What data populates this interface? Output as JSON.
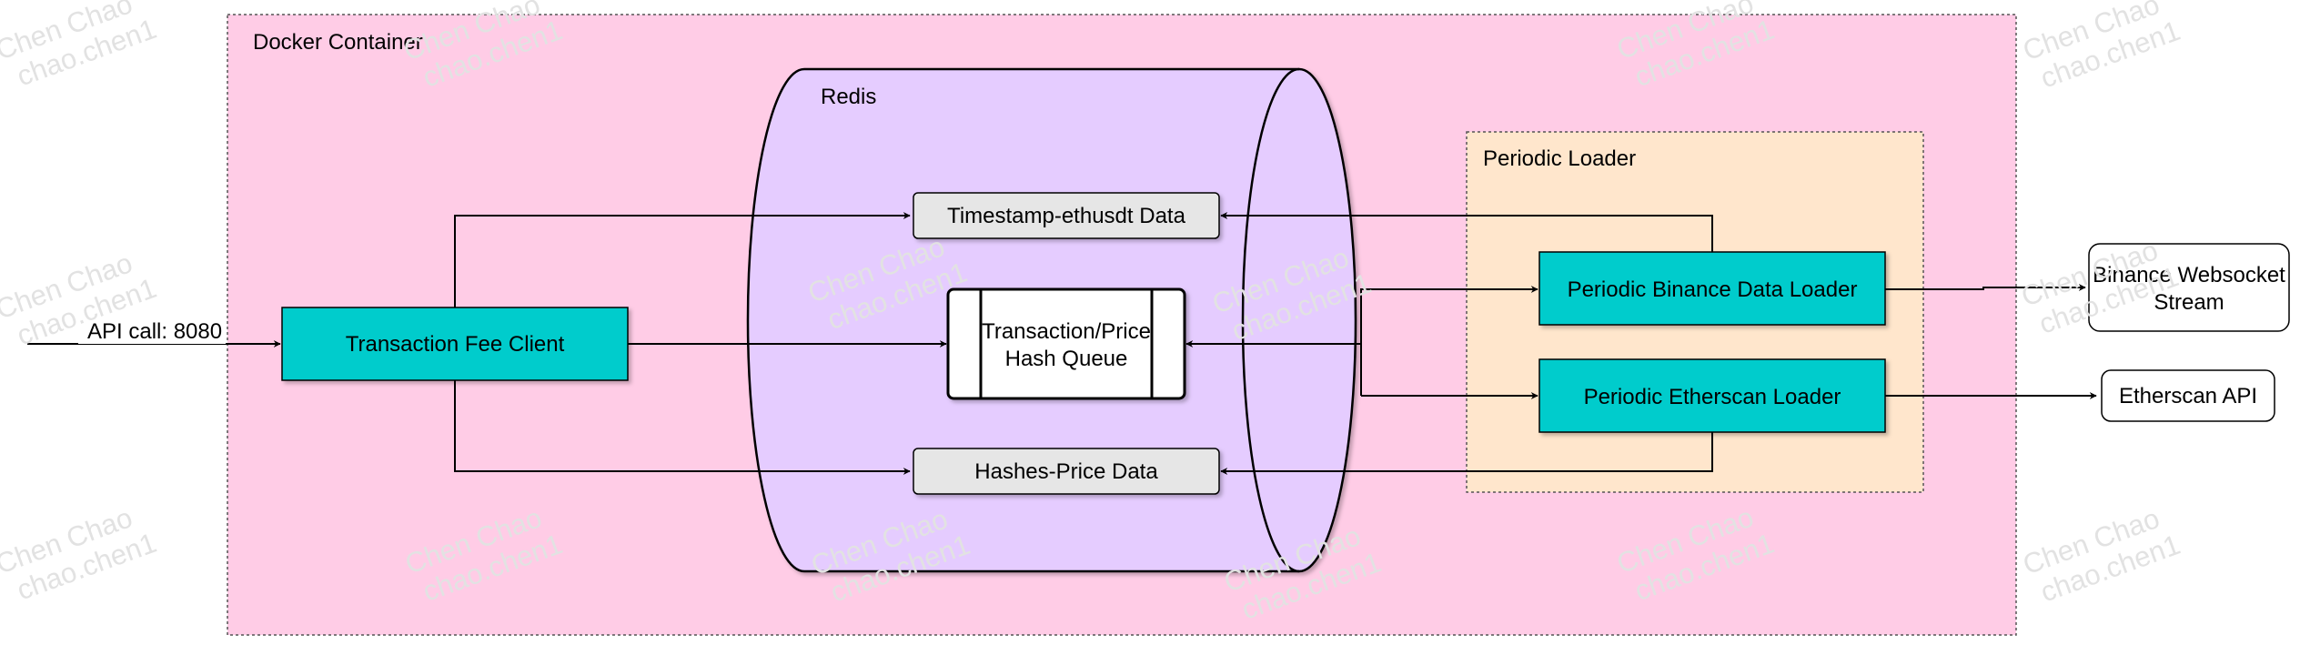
{
  "containers": {
    "docker": "Docker Container",
    "redis": "Redis",
    "periodic_loader": "Periodic Loader"
  },
  "nodes": {
    "transaction_fee_client": "Transaction Fee Client",
    "timestamp_data": "Timestamp-ethusdt Data",
    "hash_queue": [
      "Transaction/Price",
      "Hash Queue"
    ],
    "hashes_price_data": "Hashes-Price Data",
    "binance_loader": "Periodic Binance Data Loader",
    "etherscan_loader": "Periodic Etherscan Loader",
    "binance_stream": [
      "Binance Websocket",
      "Stream"
    ],
    "etherscan_api": "Etherscan API"
  },
  "edges": {
    "api_call": "API call: 8080"
  },
  "watermark": [
    "Chen Chao",
    "chao.chen1"
  ],
  "colors": {
    "docker_fill": "#ffcce6",
    "redis_fill": "#e5ccff",
    "loader_fill": "#ffe6cc",
    "service_fill": "#00cccc",
    "data_fill": "#e6e6e6"
  }
}
